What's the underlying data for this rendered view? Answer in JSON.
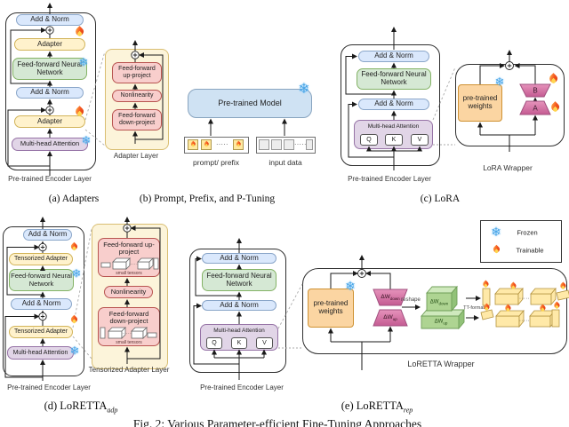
{
  "figure_caption": "Fig. 2: Various Parameter-efficient Fine-Tuning Approaches",
  "legend": {
    "frozen": "Frozen",
    "trainable": "Trainable"
  },
  "panel_a": {
    "caption": "(a) Adapters",
    "add_norm_top": "Add & Norm",
    "adapter_top": "Adapter",
    "ffnn": "Feed-forward Neural Network",
    "add_norm_bottom": "Add & Norm",
    "adapter_bottom": "Adapter",
    "mha": "Multi-head Attention",
    "encoder_caption": "Pre-trained Encoder Layer",
    "inset": {
      "up_project": "Feed-forward up-project",
      "nonlinearity": "Nonlinearity",
      "down_project": "Feed-forward down-project",
      "caption": "Adapter Layer"
    }
  },
  "panel_b": {
    "caption": "(b) Prompt, Prefix, and P-Tuning",
    "model": "Pre-trained Model",
    "prompt_label": "prompt/ prefix",
    "input_label": "input data",
    "dots": "·····"
  },
  "panel_c": {
    "caption": "(c) LoRA",
    "add_norm_top": "Add & Norm",
    "ffnn": "Feed-forward Neural Network",
    "add_norm_bottom": "Add & Norm",
    "mha": "Multi-head Attention",
    "q": "Q",
    "k": "K",
    "v": "V",
    "encoder_caption": "Pre-trained Encoder Layer",
    "wrapper": {
      "weights": "pre-trained weights",
      "matrix_b": "B",
      "matrix_a": "A",
      "caption": "LoRA Wrapper"
    }
  },
  "panel_d": {
    "caption_main": "(d) LoRETTA",
    "caption_sub": "adp",
    "add_norm_top": "Add & Norm",
    "adapter_top": "Tensorized Adapter",
    "ffnn": "Feed-forward Neural Network",
    "add_norm_bottom": "Add & Norm",
    "adapter_bottom": "Tensorized Adapter",
    "mha": "Multi-head Attention",
    "encoder_caption": "Pre-trained Encoder Layer",
    "inset": {
      "up_project": "Feed-forward up-project",
      "nonlinearity": "Nonlinearity",
      "down_project": "Feed-forward down-project",
      "small_tensors": "small tensors",
      "dots": "·····",
      "caption": "Tensorized Adapter Layer"
    }
  },
  "panel_e": {
    "caption_main": "(e) LoRETTA",
    "caption_sub": "rep",
    "add_norm_top": "Add & Norm",
    "ffnn": "Feed-forward Neural Network",
    "add_norm_bottom": "Add & Norm",
    "mha": "Multi-head Attention",
    "q": "Q",
    "k": "K",
    "v": "V",
    "encoder_caption": "Pre-trained Encoder Layer",
    "wrapper": {
      "weights": "pre-trained weights",
      "dw_main": "ΔW",
      "dw_down_sub": "down",
      "dw_up_sub": "up",
      "reshape": "reshape",
      "tt_format": "TT-format",
      "dots": "·····",
      "caption": "LoRETTA Wrapper"
    }
  },
  "colors": {
    "frozen_blue": "#49a5e6",
    "flame_orange": "#f4511e",
    "addnorm_blue": "#dae8fc",
    "model_blue": "#cfe2f3",
    "ffnn_green": "#d5e8d4",
    "adapter_yellow": "#fff2cc",
    "mha_purple": "#e1d5e7",
    "project_red": "#f8cecc",
    "weights_orange": "#fbd5a2",
    "lora_pink": "#d9779f",
    "tensor_green": "#b5dba0",
    "tensor_yellow": "#ffe9a8"
  }
}
